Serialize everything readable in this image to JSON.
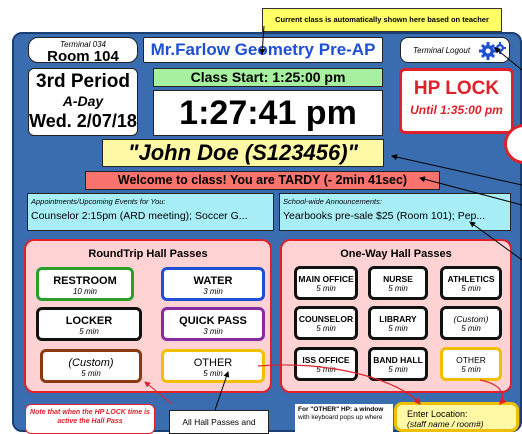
{
  "notes": {
    "top": "Current class is automatically shown here based on teacher schedule",
    "hp_lock_note": "Note that when the HP LOCK time is active the Hall Pass",
    "all_passes": "All Hall Passes and",
    "other_hp_line1": "For \"OTHER\" HP: a window",
    "other_hp_line2": "with keyboard pops up where"
  },
  "header": {
    "terminal_label": "Terminal 034",
    "room": "Room 104",
    "class_title": "Mr.Farlow Geometry Pre-AP",
    "logout_label": "Terminal Logout"
  },
  "period": {
    "period": "3rd Period",
    "day": "A-Day",
    "date": "Wed. 2/07/18"
  },
  "time": {
    "class_start": "Class Start: 1:25:00 pm",
    "clock": "1:27:41 pm"
  },
  "hp_lock": {
    "title": "HP LOCK",
    "until": "Until 1:35:00 pm"
  },
  "student": {
    "name": "\"John Doe (S123456)\"",
    "welcome": "Welcome to class! You are TARDY (- 2min 41sec)"
  },
  "announcements": {
    "left_header": "Appointments/Upcoming Events for You:",
    "left_body": "Counselor 2:15pm (ARD meeting); Soccer G...",
    "right_header": "School-wide Announcements:",
    "right_body": "Yearbooks pre-sale $25 (Room 101); Pep..."
  },
  "roundtrip": {
    "title": "RoundTrip Hall Passes",
    "passes": [
      {
        "name": "RESTROOM",
        "duration": "10 min",
        "color": "#2aa02a"
      },
      {
        "name": "WATER",
        "duration": "3 min",
        "color": "#1f4fd4"
      },
      {
        "name": "LOCKER",
        "duration": "5 min",
        "color": "#111111"
      },
      {
        "name": "QUICK PASS",
        "duration": "3 min",
        "color": "#8a2aa0"
      },
      {
        "name": "(Custom)",
        "duration": "5 min",
        "color": "#8a3a10"
      },
      {
        "name": "OTHER",
        "duration": "5 min",
        "color": "#f0c000"
      }
    ]
  },
  "oneway": {
    "title": "One-Way Hall Passes",
    "passes": [
      {
        "name": "MAIN OFFICE",
        "duration": "5 min",
        "color": "#111111"
      },
      {
        "name": "NURSE",
        "duration": "5 min",
        "color": "#111111"
      },
      {
        "name": "ATHLETICS",
        "duration": "5 min",
        "color": "#111111"
      },
      {
        "name": "COUNSELOR",
        "duration": "5 min",
        "color": "#111111"
      },
      {
        "name": "LIBRARY",
        "duration": "5 min",
        "color": "#111111"
      },
      {
        "name": "(Custom)",
        "duration": "5 min",
        "color": "#111111"
      },
      {
        "name": "ISS OFFICE",
        "duration": "5 min",
        "color": "#111111"
      },
      {
        "name": "BAND HALL",
        "duration": "5 min",
        "color": "#111111"
      },
      {
        "name": "OTHER",
        "duration": "5 min",
        "color": "#f0c000"
      }
    ]
  },
  "enter_location": {
    "label": "Enter Location:",
    "hint": "(staff name / room#)"
  },
  "colors": {
    "panel": "#3a6db0",
    "lock_red": "#e0202a",
    "title_blue": "#1f4fd4",
    "start_green": "#a6f0a0",
    "student_yellow": "#fff9a6",
    "tardy_red": "#f8736b",
    "announce_cyan": "#a8eef7",
    "pass_panel_pink": "#ffd2d4"
  }
}
